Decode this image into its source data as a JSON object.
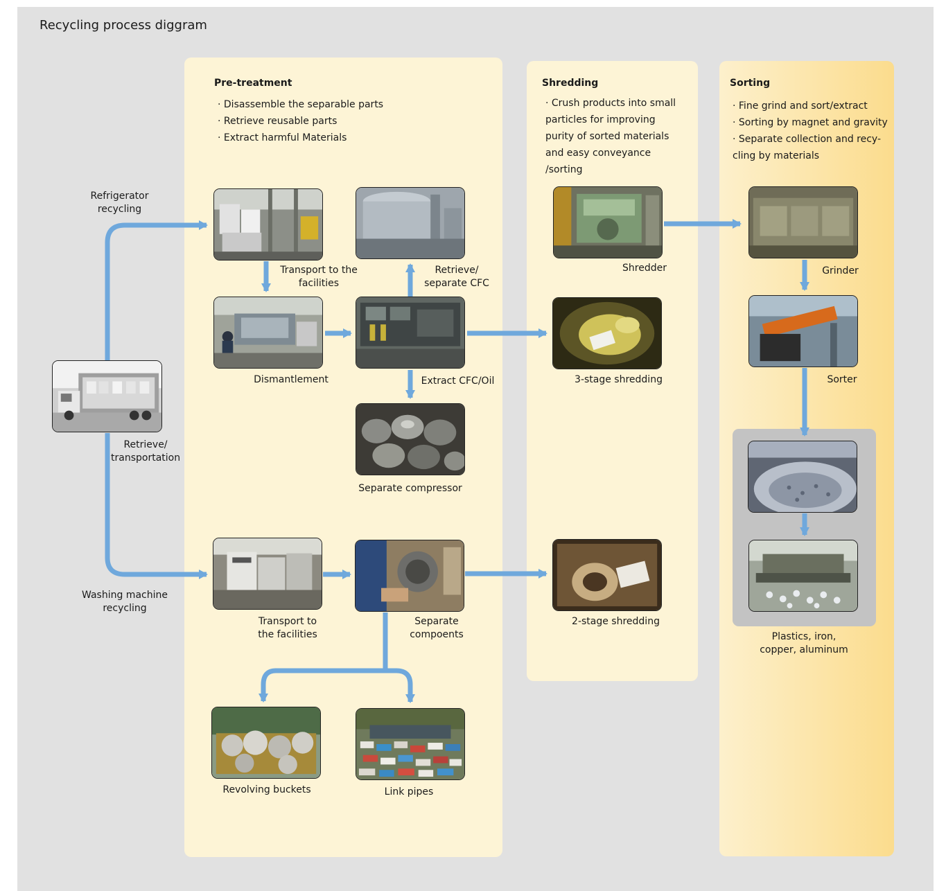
{
  "title": "Recycling process diggram",
  "accent_color": "#6fa8dc",
  "panels": {
    "pretreatment": {
      "title": "Pre-treatment",
      "lines": [
        "· Disassemble the separable parts",
        "· Retrieve reusable parts",
        "· Extract harmful Materials"
      ]
    },
    "shredding": {
      "title": "Shredding",
      "lines": [
        "· Crush products into small",
        "particles for improving",
        "purity of sorted materials",
        "and easy conveyance",
        "/sorting"
      ]
    },
    "sorting": {
      "title": "Sorting",
      "lines": [
        "· Fine grind and sort/extract",
        "· Sorting by magnet and gravity",
        "· Separate collection and recy-",
        "cling by materials"
      ]
    }
  },
  "labels": {
    "refrigerator": [
      "Refrigerator",
      "recycling"
    ],
    "washing": [
      "Washing machine",
      "recycling"
    ],
    "retrieve_transport": [
      "Retrieve/",
      "transportation"
    ],
    "transport_fridge": [
      "Transport to the",
      "facilities"
    ],
    "retrieve_cfc": [
      "Retrieve/",
      "separate CFC"
    ],
    "dismantlement": [
      "Dismantlement"
    ],
    "extract_cfc": [
      "Extract CFC/Oil"
    ],
    "separate_compressor": [
      "Separate compressor"
    ],
    "transport_washer": [
      "Transport to",
      "the facilities"
    ],
    "separate_components": [
      "Separate",
      "compoents"
    ],
    "revolving_buckets": [
      "Revolving buckets"
    ],
    "link_pipes": [
      "Link pipes"
    ],
    "shredder": [
      "Shredder"
    ],
    "three_stage": [
      "3-stage shredding"
    ],
    "two_stage": [
      "2-stage shredding"
    ],
    "grinder": [
      "Grinder"
    ],
    "sorter": [
      "Sorter"
    ],
    "outputs": [
      "Plastics, iron,",
      "copper, aluminum"
    ]
  }
}
